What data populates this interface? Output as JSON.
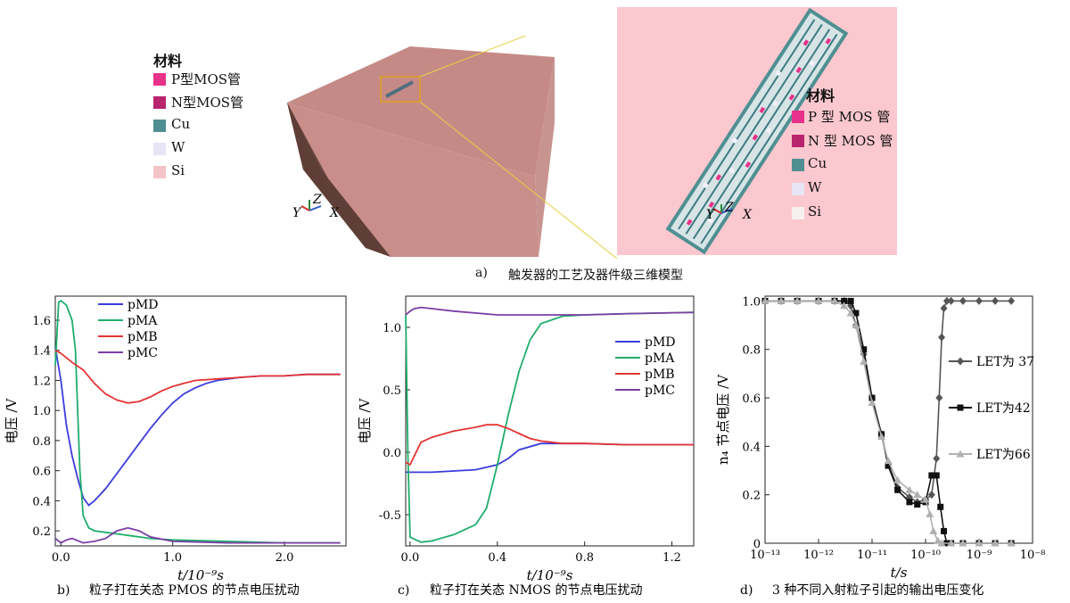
{
  "figure_a": {
    "caption_label": "a)",
    "caption": "触发器的工艺及器件级三维模型",
    "legend_title": "材料",
    "legend": [
      {
        "label": "P型MOS管",
        "color": "#e8318a"
      },
      {
        "label": "N型MOS管",
        "color": "#b8246e"
      },
      {
        "label": "Cu",
        "color": "#4f8f92"
      },
      {
        "label": "W",
        "color": "#e6e4f5"
      },
      {
        "label": "Si",
        "color": "#f4c4c8"
      }
    ],
    "inset_legend": [
      {
        "label": "P 型 MOS 管",
        "color": "#e8318a"
      },
      {
        "label": "N 型 MOS 管",
        "color": "#b8246e"
      },
      {
        "label": "Cu",
        "color": "#4f8f92"
      },
      {
        "label": "W",
        "color": "#e6e4f5"
      },
      {
        "label": "Si",
        "color": "#f8f0f0"
      }
    ],
    "axes": {
      "y": "Y",
      "z": "Z",
      "x": "X"
    }
  },
  "chart_data": [
    {
      "type": "line",
      "caption_label": "b)",
      "caption": "粒子打在关态 PMOS 的节点电压扰动",
      "xlabel": "t/10⁻⁹s",
      "ylabel": "电压 /V",
      "xlim": [
        -0.05,
        2.55
      ],
      "ylim": [
        0.1,
        1.76
      ],
      "xticks": [
        "0.0",
        "1.0",
        "2.0"
      ],
      "yticks": [
        "0.2",
        "0.4",
        "0.6",
        "0.8",
        "1.0",
        "1.2",
        "1.4",
        "1.6"
      ],
      "series": [
        {
          "name": "pMD",
          "color": "#3b3bdf",
          "x": [
            -0.05,
            0.0,
            0.05,
            0.1,
            0.15,
            0.2,
            0.25,
            0.3,
            0.4,
            0.5,
            0.6,
            0.7,
            0.8,
            0.9,
            1.0,
            1.1,
            1.2,
            1.3,
            1.4,
            1.6,
            1.8,
            2.0,
            2.2,
            2.5
          ],
          "y": [
            1.42,
            1.2,
            0.9,
            0.7,
            0.55,
            0.42,
            0.37,
            0.4,
            0.48,
            0.58,
            0.68,
            0.78,
            0.88,
            0.97,
            1.05,
            1.11,
            1.15,
            1.18,
            1.2,
            1.22,
            1.23,
            1.23,
            1.24,
            1.24
          ]
        },
        {
          "name": "pMA",
          "color": "#1fae6a",
          "x": [
            -0.05,
            -0.02,
            0.0,
            0.05,
            0.1,
            0.13,
            0.15,
            0.17,
            0.2,
            0.25,
            0.3,
            0.4,
            0.5,
            0.6,
            0.8,
            1.0,
            1.5,
            2.0,
            2.5
          ],
          "y": [
            1.3,
            1.72,
            1.73,
            1.7,
            1.6,
            1.4,
            1.0,
            0.6,
            0.3,
            0.22,
            0.2,
            0.19,
            0.18,
            0.17,
            0.15,
            0.14,
            0.13,
            0.12,
            0.12
          ]
        },
        {
          "name": "pMB",
          "color": "#e63434",
          "x": [
            -0.05,
            0.0,
            0.1,
            0.2,
            0.3,
            0.4,
            0.5,
            0.6,
            0.7,
            0.8,
            0.9,
            1.0,
            1.1,
            1.2,
            1.4,
            1.6,
            1.8,
            2.0,
            2.2,
            2.5
          ],
          "y": [
            1.4,
            1.38,
            1.32,
            1.27,
            1.18,
            1.11,
            1.07,
            1.05,
            1.06,
            1.09,
            1.13,
            1.16,
            1.18,
            1.2,
            1.21,
            1.22,
            1.23,
            1.23,
            1.24,
            1.24
          ]
        },
        {
          "name": "pMC",
          "color": "#7b3ea6",
          "x": [
            -0.05,
            0.0,
            0.05,
            0.1,
            0.2,
            0.3,
            0.4,
            0.5,
            0.6,
            0.7,
            0.8,
            1.0,
            1.5,
            2.0,
            2.5
          ],
          "y": [
            0.15,
            0.12,
            0.14,
            0.15,
            0.12,
            0.13,
            0.15,
            0.2,
            0.22,
            0.2,
            0.16,
            0.13,
            0.12,
            0.12,
            0.12
          ]
        }
      ]
    },
    {
      "type": "line",
      "caption_label": "c)",
      "caption": "粒子打在关态 NMOS 的节点电压扰动",
      "xlabel": "t/10⁻⁹s",
      "ylabel": "电压 /V",
      "xlim": [
        -0.02,
        1.3
      ],
      "ylim": [
        -0.75,
        1.25
      ],
      "xticks": [
        "0.0",
        "0.4",
        "0.8",
        "1.2"
      ],
      "yticks": [
        "-0.5",
        "0.0",
        "0.5",
        "1.0"
      ],
      "series": [
        {
          "name": "pMD",
          "color": "#3b3bdf",
          "x": [
            -0.02,
            0.0,
            0.1,
            0.2,
            0.3,
            0.4,
            0.45,
            0.5,
            0.6,
            0.8,
            1.0,
            1.3
          ],
          "y": [
            -0.16,
            -0.16,
            -0.16,
            -0.15,
            -0.14,
            -0.1,
            -0.05,
            0.02,
            0.07,
            0.07,
            0.06,
            0.06
          ]
        },
        {
          "name": "pMA",
          "color": "#1fae6a",
          "x": [
            -0.02,
            -0.01,
            0.0,
            0.05,
            0.1,
            0.2,
            0.3,
            0.35,
            0.4,
            0.45,
            0.5,
            0.55,
            0.6,
            0.7,
            0.8,
            1.0,
            1.3
          ],
          "y": [
            1.1,
            0.0,
            -0.68,
            -0.72,
            -0.71,
            -0.66,
            -0.58,
            -0.45,
            -0.1,
            0.3,
            0.65,
            0.9,
            1.03,
            1.09,
            1.1,
            1.11,
            1.12
          ]
        },
        {
          "name": "pMB",
          "color": "#e63434",
          "x": [
            -0.02,
            0.0,
            0.05,
            0.1,
            0.2,
            0.3,
            0.35,
            0.4,
            0.45,
            0.5,
            0.55,
            0.6,
            0.7,
            0.8,
            1.0,
            1.3
          ],
          "y": [
            -0.08,
            -0.1,
            0.08,
            0.12,
            0.17,
            0.2,
            0.22,
            0.22,
            0.19,
            0.15,
            0.11,
            0.09,
            0.07,
            0.07,
            0.06,
            0.06
          ]
        },
        {
          "name": "pMC",
          "color": "#7b3ea6",
          "x": [
            -0.02,
            0.0,
            0.02,
            0.05,
            0.1,
            0.2,
            0.4,
            0.6,
            0.8,
            1.0,
            1.3
          ],
          "y": [
            1.1,
            1.13,
            1.15,
            1.16,
            1.15,
            1.13,
            1.1,
            1.1,
            1.1,
            1.11,
            1.12
          ]
        }
      ]
    },
    {
      "type": "line",
      "xscale": "log",
      "caption_label": "d)",
      "caption": "3 种不同入射粒子引起的输出电压变化",
      "xlabel": "t/s",
      "ylabel": "n₄ 节点电压 /V",
      "xlim": [
        1e-13,
        1e-08
      ],
      "ylim": [
        0,
        1.02
      ],
      "xticks": [
        "10⁻¹³",
        "10⁻¹²",
        "10⁻¹¹",
        "10⁻¹⁰",
        "10⁻⁹",
        "10⁻⁸"
      ],
      "yticks": [
        "0",
        "0.2",
        "0.4",
        "0.6",
        "0.8",
        "1.0"
      ],
      "series": [
        {
          "name": "LET为 37",
          "color": "#555555",
          "marker": "diamond",
          "x": [
            1e-13,
            2e-13,
            4e-13,
            1e-12,
            2e-12,
            3e-12,
            4e-12,
            5e-12,
            7e-12,
            1e-11,
            1.5e-11,
            2e-11,
            3e-11,
            5e-11,
            7e-11,
            1e-10,
            1.3e-10,
            1.6e-10,
            1.8e-10,
            2e-10,
            2.2e-10,
            2.5e-10,
            3e-10,
            5e-10,
            1e-09,
            2e-09,
            4e-09
          ],
          "y": [
            1.0,
            1.0,
            1.0,
            1.0,
            1.0,
            1.0,
            0.98,
            0.9,
            0.78,
            0.6,
            0.45,
            0.33,
            0.23,
            0.19,
            0.17,
            0.18,
            0.2,
            0.35,
            0.6,
            0.85,
            0.97,
            1.0,
            1.0,
            1.0,
            1.0,
            1.0,
            1.0
          ]
        },
        {
          "name": "LET为42",
          "color": "#111111",
          "marker": "square",
          "x": [
            1e-13,
            2e-13,
            4e-13,
            1e-12,
            2e-12,
            3e-12,
            4e-12,
            5e-12,
            7e-12,
            1e-11,
            1.5e-11,
            2e-11,
            3e-11,
            5e-11,
            7e-11,
            1e-10,
            1.3e-10,
            1.6e-10,
            1.9e-10,
            2.2e-10,
            2.5e-10,
            3e-10,
            5e-10,
            1e-09,
            2e-09,
            4e-09
          ],
          "y": [
            1.0,
            1.0,
            1.0,
            1.0,
            1.0,
            1.0,
            1.0,
            0.95,
            0.8,
            0.6,
            0.45,
            0.32,
            0.22,
            0.17,
            0.16,
            0.17,
            0.28,
            0.28,
            0.15,
            0.05,
            0.0,
            0.0,
            0.0,
            0.0,
            0.0,
            0.0
          ]
        },
        {
          "name": "LET为66",
          "color": "#b0b0b0",
          "marker": "triangle",
          "x": [
            1e-13,
            2e-13,
            4e-13,
            1e-12,
            2e-12,
            3e-12,
            4e-12,
            5e-12,
            7e-12,
            1e-11,
            1.5e-11,
            2e-11,
            3e-11,
            5e-11,
            7e-11,
            1e-10,
            1.2e-10,
            1.4e-10,
            1.7e-10,
            2e-10,
            3e-10,
            5e-10,
            1e-09,
            2e-09,
            4e-09
          ],
          "y": [
            1.0,
            1.0,
            1.0,
            1.0,
            1.0,
            0.98,
            0.95,
            0.9,
            0.75,
            0.58,
            0.44,
            0.34,
            0.26,
            0.22,
            0.2,
            0.18,
            0.12,
            0.05,
            0.01,
            0.0,
            0.0,
            0.0,
            0.0,
            0.0,
            0.0
          ]
        }
      ]
    }
  ]
}
